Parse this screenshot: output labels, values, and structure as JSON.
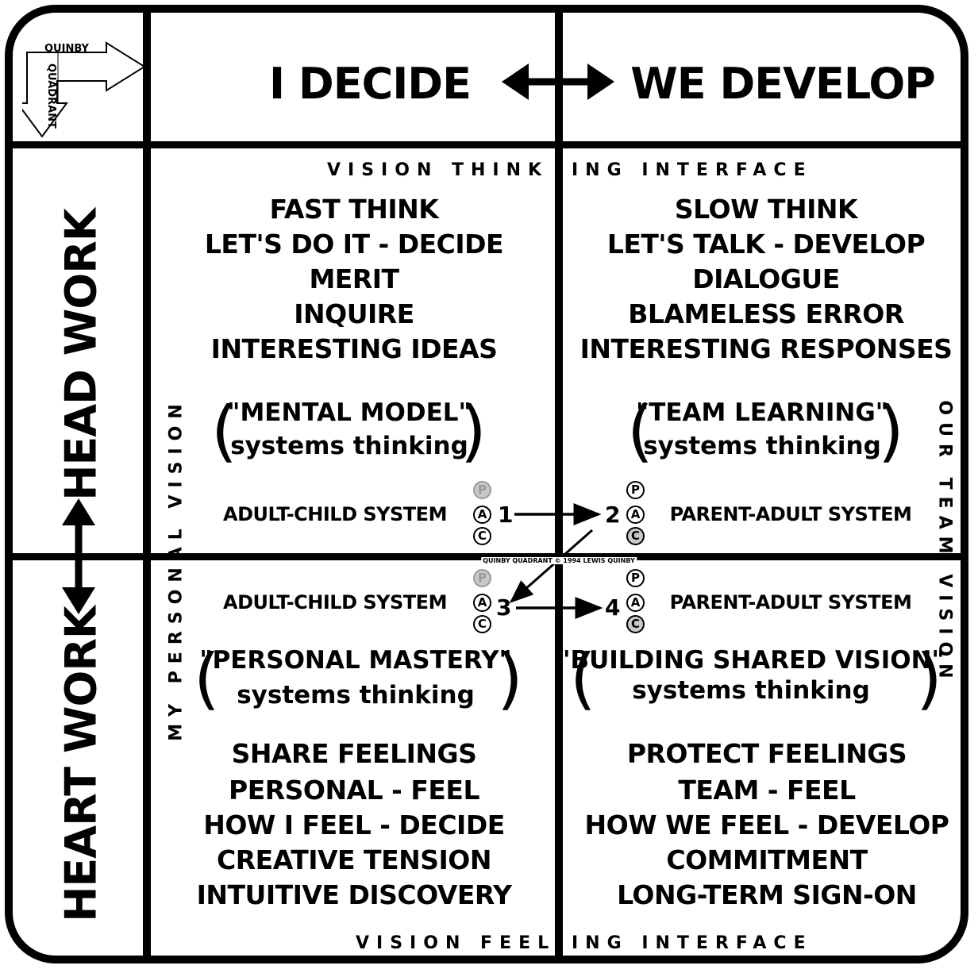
{
  "logo": {
    "line1": "QUINBY",
    "line2": "QUADRANT"
  },
  "header": {
    "left": "I DECIDE",
    "right": "WE DEVELOP"
  },
  "side": {
    "head": "HEAD WORK",
    "heart": "HEART WORK",
    "personal": "MY PERSONAL VISION",
    "team": "OUR TEAM VISION"
  },
  "interface": {
    "top_left": "VISION THINK",
    "top_right": "ING INTERFACE",
    "bottom_left": "VISION FEEL",
    "bottom_right": "ING INTERFACE"
  },
  "top_left": {
    "items": [
      "FAST THINK",
      "LET'S DO IT - DECIDE",
      "MERIT",
      "INQUIRE",
      "INTERESTING IDEAS"
    ],
    "model_title": "\"MENTAL MODEL\"",
    "model_sub": "systems thinking",
    "system": "ADULT-CHILD SYSTEM",
    "num": "1"
  },
  "top_right": {
    "items": [
      "SLOW THINK",
      "LET'S TALK - DEVELOP",
      "DIALOGUE",
      "BLAMELESS ERROR",
      "INTERESTING RESPONSES"
    ],
    "model_title": "\"TEAM LEARNING\"",
    "model_sub": "systems thinking",
    "system": "PARENT-ADULT SYSTEM",
    "num": "2"
  },
  "bottom_left": {
    "system": "ADULT-CHILD SYSTEM",
    "num": "3",
    "model_title": "\"PERSONAL MASTERY\"",
    "model_sub": "systems thinking",
    "items": [
      "SHARE FEELINGS",
      "PERSONAL - FEEL",
      "HOW I FEEL - DECIDE",
      "CREATIVE TENSION",
      "INTUITIVE DISCOVERY"
    ]
  },
  "bottom_right": {
    "system": "PARENT-ADULT SYSTEM",
    "num": "4",
    "model_title": "\"BUILDING SHARED VISION\"",
    "model_sub": "systems thinking",
    "items": [
      "PROTECT FEELINGS",
      "TEAM - FEEL",
      "HOW WE FEEL - DEVELOP",
      "COMMITMENT",
      "LONG-TERM SIGN-ON"
    ]
  },
  "pac": {
    "p": "P",
    "a": "A",
    "c": "C"
  },
  "copyright": "QUINBY QUADRANT © 1994 LEWIS QUINBY"
}
